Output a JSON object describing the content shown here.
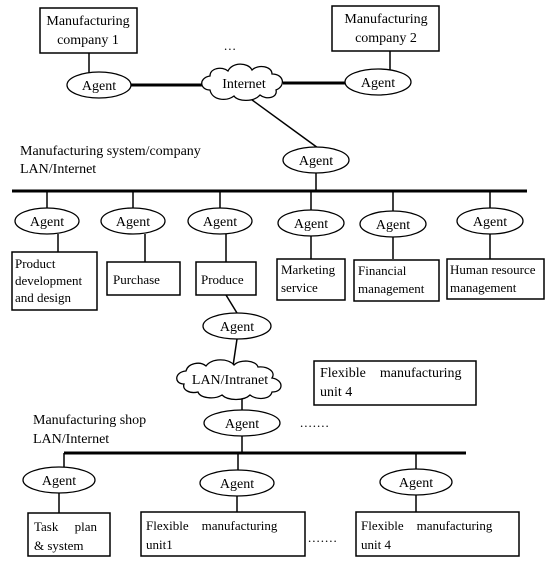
{
  "companies": {
    "company1": [
      "Manufacturing",
      "company 1"
    ],
    "company2": [
      "Manufacturing",
      "company 2"
    ]
  },
  "agent_label": "Agent",
  "clouds": {
    "internet": "Internet",
    "lan_intranet": "LAN/Intranet"
  },
  "ellipsis": {
    "top": "...",
    "shop_right": ".......",
    "bottom_between": "......."
  },
  "system_label": [
    "Manufacturing system/company",
    "LAN/Internet"
  ],
  "departments": {
    "product_dev": [
      "Product",
      "development",
      "and design"
    ],
    "purchase": [
      "Purchase"
    ],
    "produce": [
      "Produce"
    ],
    "marketing": [
      "Marketing",
      "service"
    ],
    "financial": [
      "Financial",
      "management"
    ],
    "hr": [
      "Human resource",
      "management"
    ]
  },
  "fmu_top": [
    "Flexible    manufacturing",
    "unit 4"
  ],
  "shop_label": [
    "Manufacturing shop",
    "LAN/Internet"
  ],
  "shop_units": {
    "task_plan": [
      "Task     plan",
      "& system"
    ],
    "fmu1": [
      "Flexible    manufacturing",
      "unit1"
    ],
    "fmu4": [
      "Flexible    manufacturing",
      "unit 4"
    ]
  }
}
